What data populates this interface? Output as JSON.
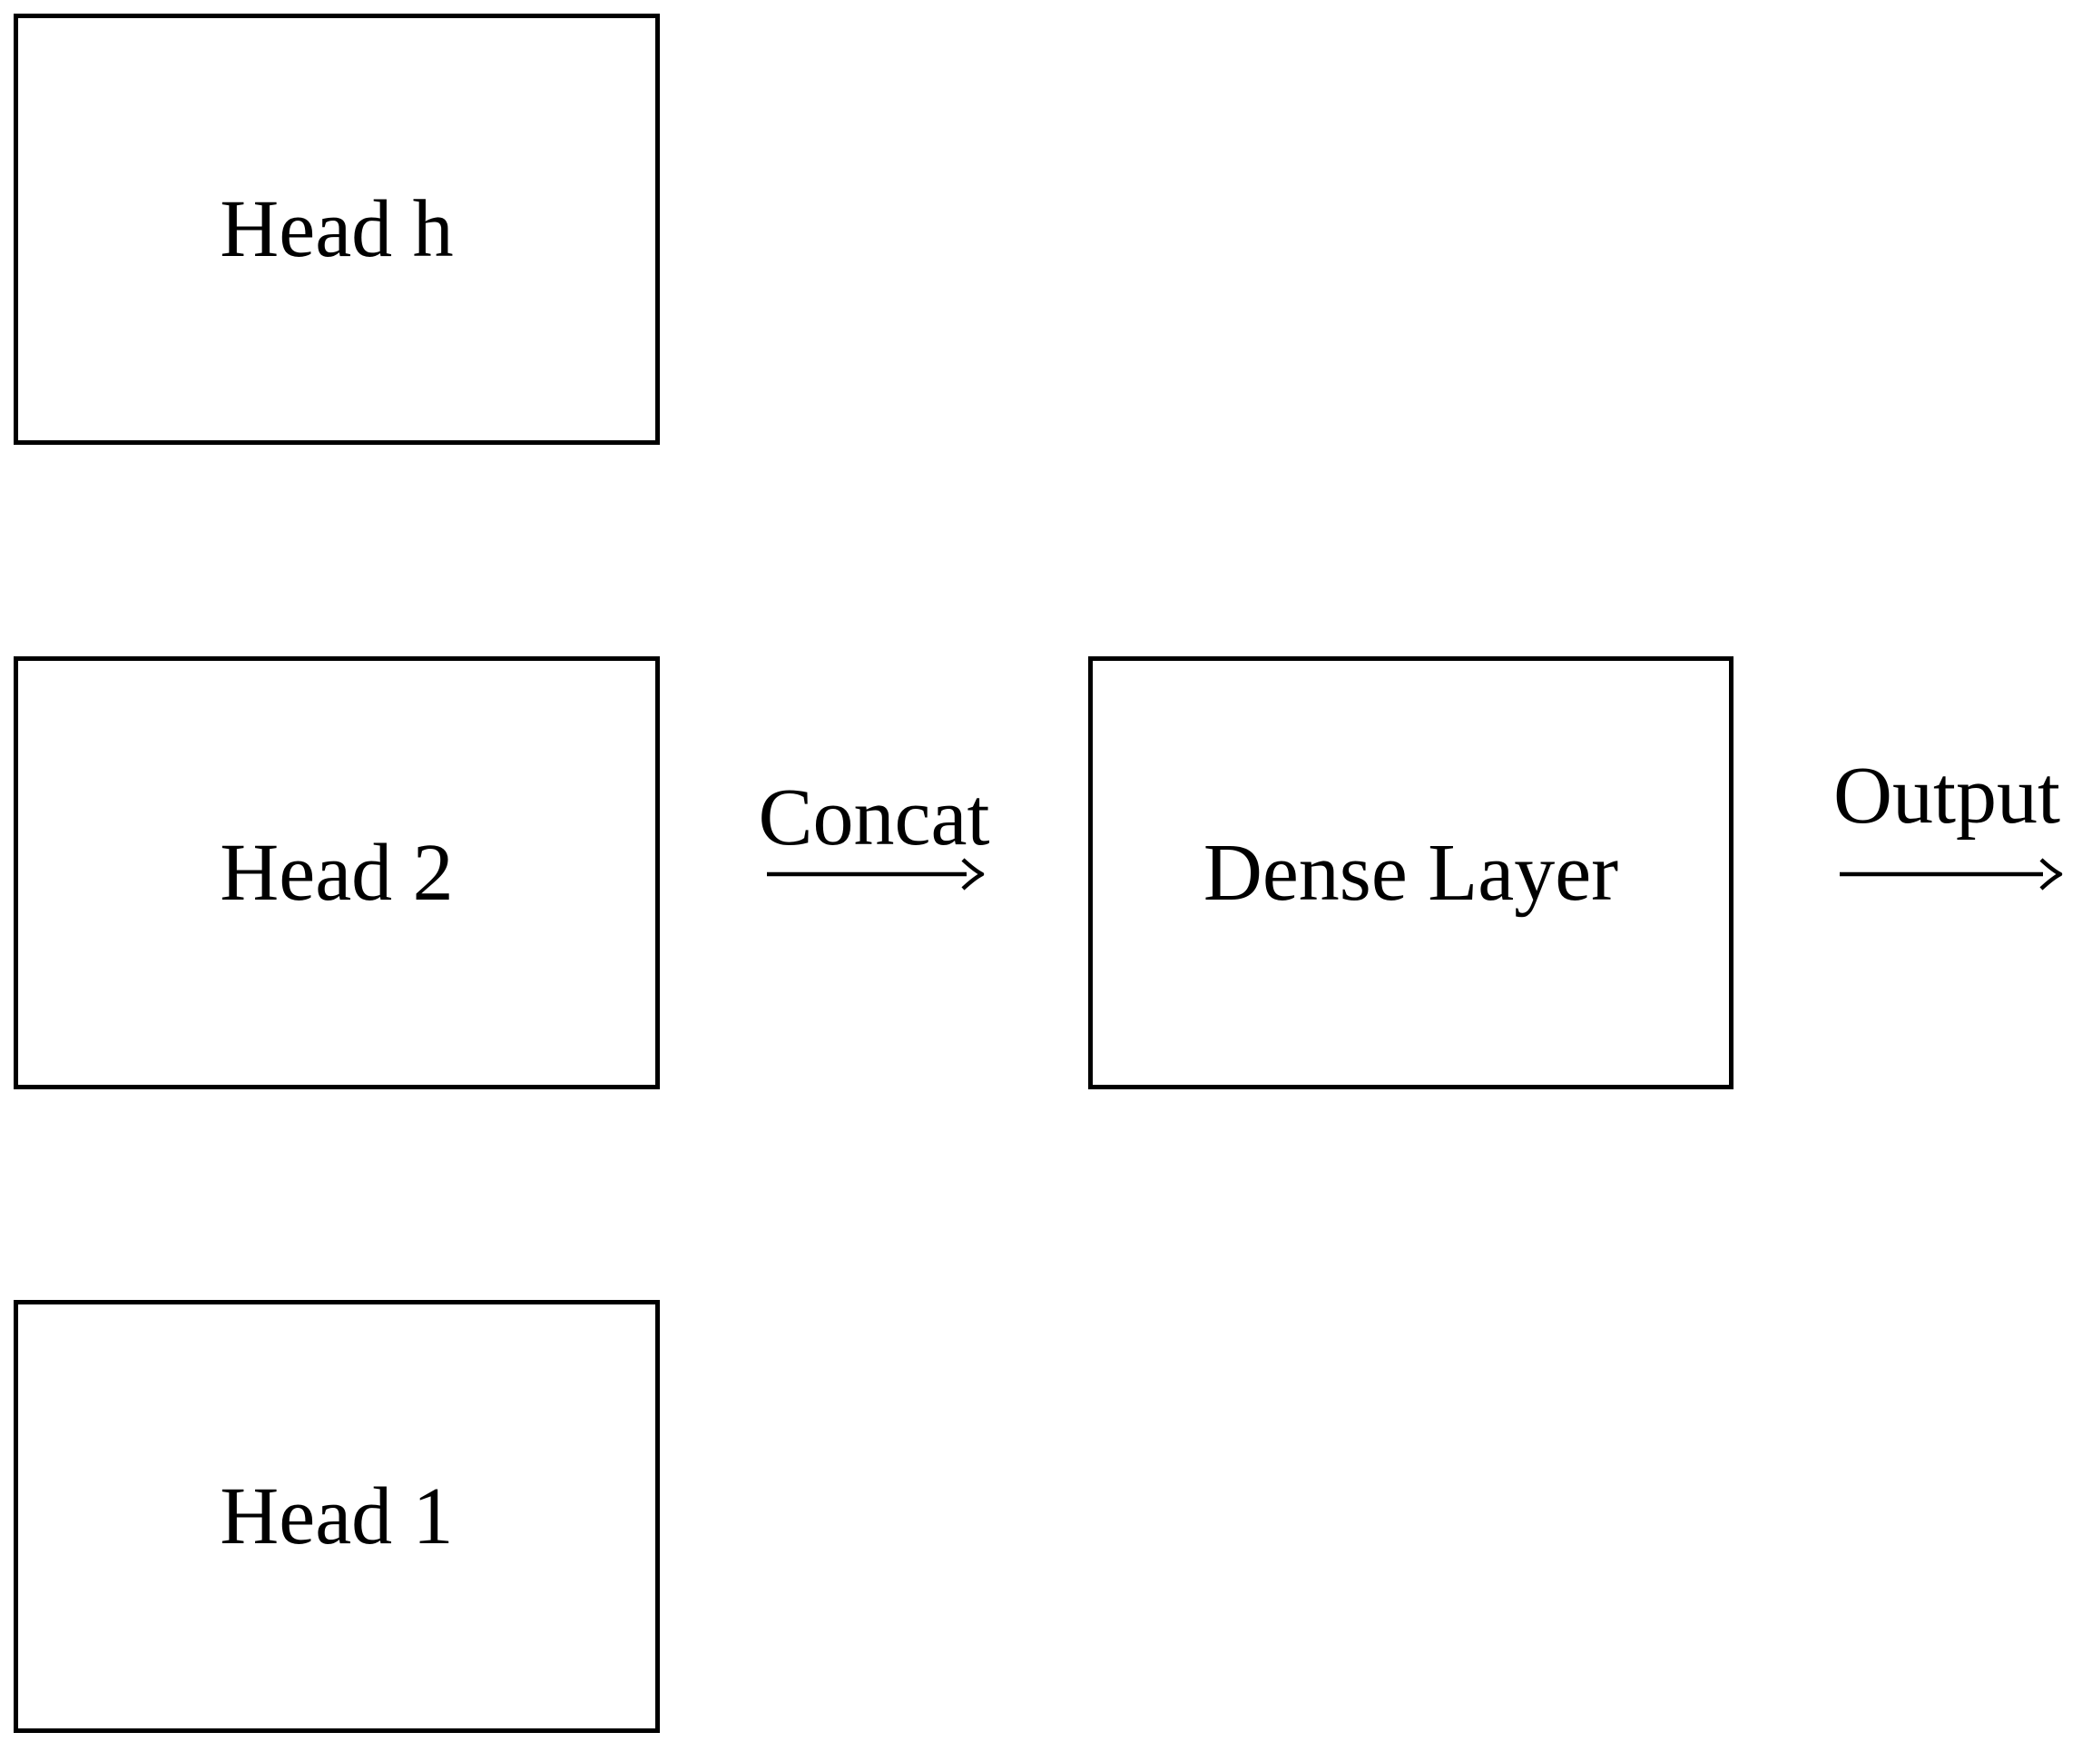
{
  "figure": {
    "type": "flow-diagram",
    "background_color": "#ffffff",
    "ink_color": "#000000",
    "boxes": [
      {
        "id": "head-h",
        "label": "Head h"
      },
      {
        "id": "head-2",
        "label": "Head 2"
      },
      {
        "id": "head-1",
        "label": "Head 1"
      },
      {
        "id": "dense-layer",
        "label": "Dense Layer"
      }
    ],
    "arrows": [
      {
        "id": "concat",
        "label": "Concat",
        "direction": "right",
        "from": "heads",
        "to": "dense-layer"
      },
      {
        "id": "output",
        "label": "Output",
        "direction": "right",
        "from": "dense-layer"
      }
    ]
  }
}
